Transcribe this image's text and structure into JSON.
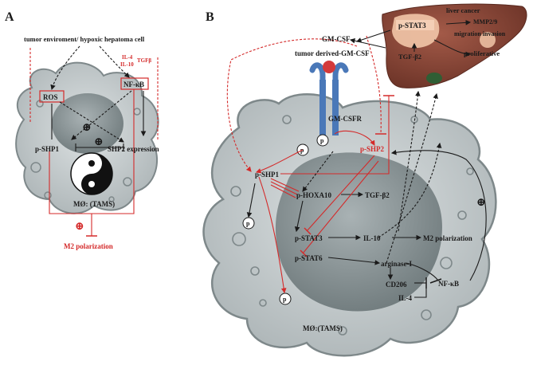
{
  "panel_a": {
    "label": "A",
    "tumor_env": "tumor enviroment/ hypoxic hepatoma cell",
    "il4": "IL-4",
    "il10": "IL-10",
    "tgfb": "TGFβ",
    "ros": "ROS",
    "nfkb": "NF-κB",
    "oplus_mid": "⊕",
    "oplus_center": "⊕",
    "pshp1": "p-SHP1",
    "shp2_expr": "SHP2 expression",
    "mo_tams": "MØ: (TAMS)",
    "oplus_bottom": "⊕",
    "m2_polarization": "M2 polarization"
  },
  "panel_b": {
    "label": "B",
    "gm_csf_top": "GM-CSF",
    "tumor_gm_csf": "tumor derived-GM-CSF",
    "liver_cancer": "liver cancer",
    "pstat3_liver": "p-STAT3",
    "mmp": "MMP2/9",
    "migration": "migration invasion",
    "tgf_liver": "TGF-β2",
    "proliferative": "proliferative",
    "gm_csfr": "GM-CSFR",
    "pshp2": "p-SHP2",
    "pshp1": "p-SHP1",
    "hoxa10": "p-HOXA10",
    "tgf_mid": "TGF-β2",
    "pstat3": "p-STAT3",
    "il10": "IL-10",
    "m2_polarization": "M2 polarization",
    "pstat6": "p-STAT6",
    "arginase": "arginase-I",
    "cd206": "CD206",
    "nfkb": "NF-κB",
    "il4": "IL-4",
    "mo_tams": "MØ:(TAMS)",
    "oplus_right": "⊕",
    "p_label": "p"
  },
  "colors": {
    "red": "#d42a2a",
    "cell_fill": "#c9cfd1",
    "nucleus": "#8f999b",
    "liver": "#8b4a3c",
    "receptor": "#4a78b8"
  }
}
